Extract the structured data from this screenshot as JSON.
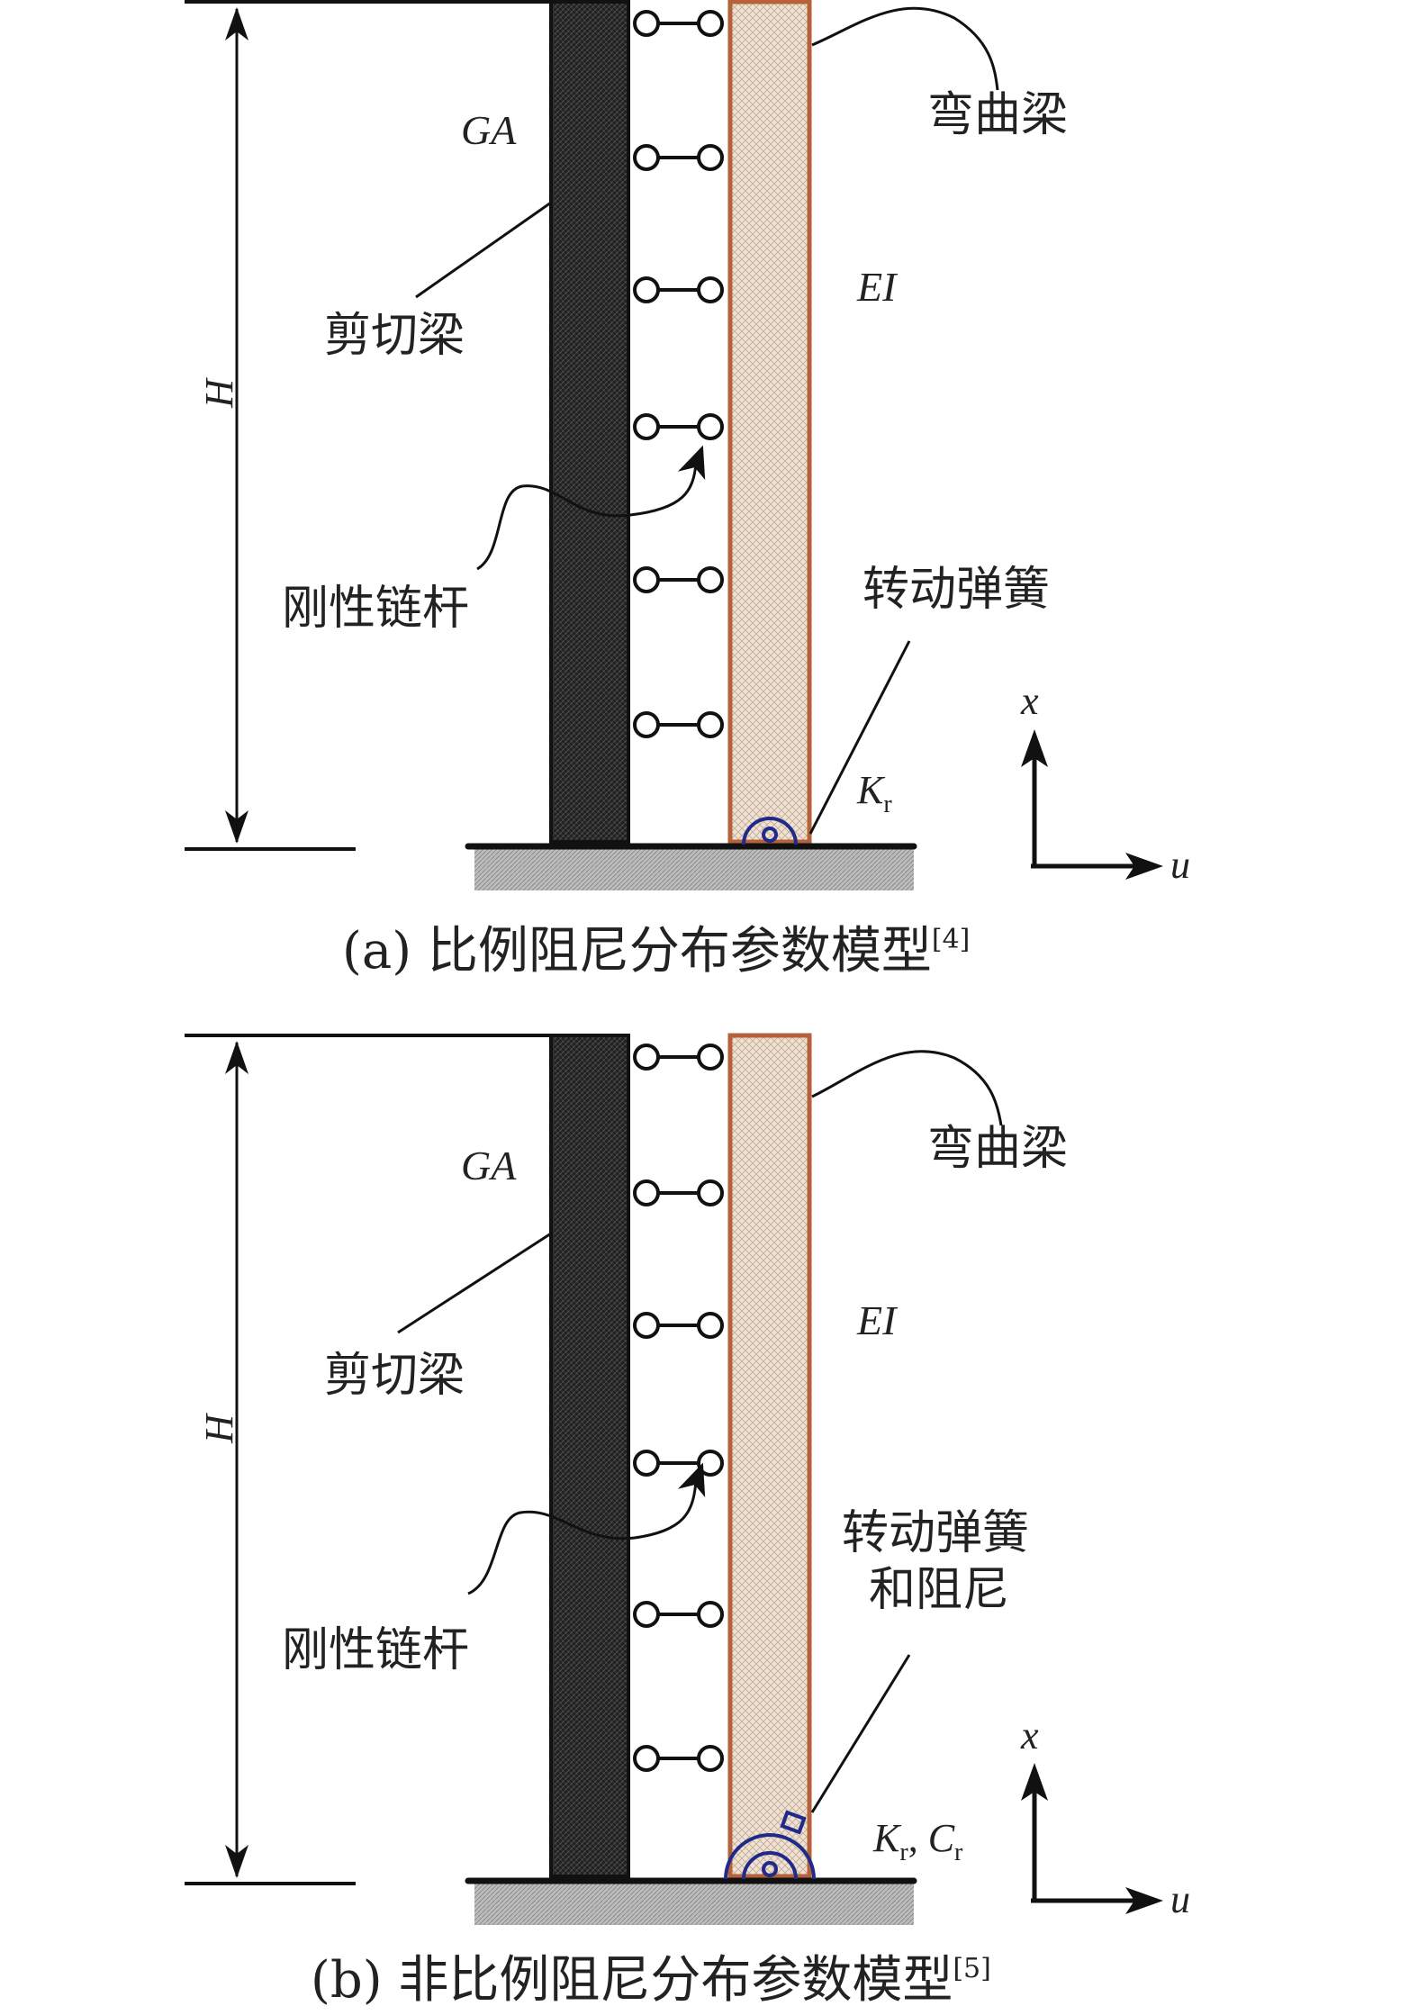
{
  "panel_a": {
    "height_symbol": "H",
    "shear_stiffness": "GA",
    "flexural_stiffness": "EI",
    "bending_beam_label": "弯曲梁",
    "shear_beam_label": "剪切梁",
    "rigid_link_label": "刚性链杆",
    "spring_label": "转动弹簧",
    "spring_symbol_K": "K",
    "spring_symbol_K_sub": "r",
    "axis_x": "x",
    "axis_u": "u",
    "caption": "(a) 比例阻尼分布参数模型",
    "caption_ref": "[4]"
  },
  "panel_b": {
    "height_symbol": "H",
    "shear_stiffness": "GA",
    "flexural_stiffness": "EI",
    "bending_beam_label": "弯曲梁",
    "shear_beam_label": "剪切梁",
    "rigid_link_label": "刚性链杆",
    "spring_label_line1": "转动弹簧",
    "spring_label_line2": "和阻尼",
    "spring_symbol_K": "K",
    "spring_symbol_K_sub": "r",
    "spring_symbol_sep": ", ",
    "spring_symbol_C": "C",
    "spring_symbol_C_sub": "r",
    "axis_x": "x",
    "axis_u": "u",
    "caption": "(b) 非比例阻尼分布参数模型",
    "caption_ref": "[5]"
  },
  "colors": {
    "shear_beam": "#2a2a2a",
    "bending_beam_fill": "#e8d8c8",
    "bending_beam_edge": "#b5623a",
    "spring": "#1f2a8a",
    "ground": "#a8a8a8"
  }
}
